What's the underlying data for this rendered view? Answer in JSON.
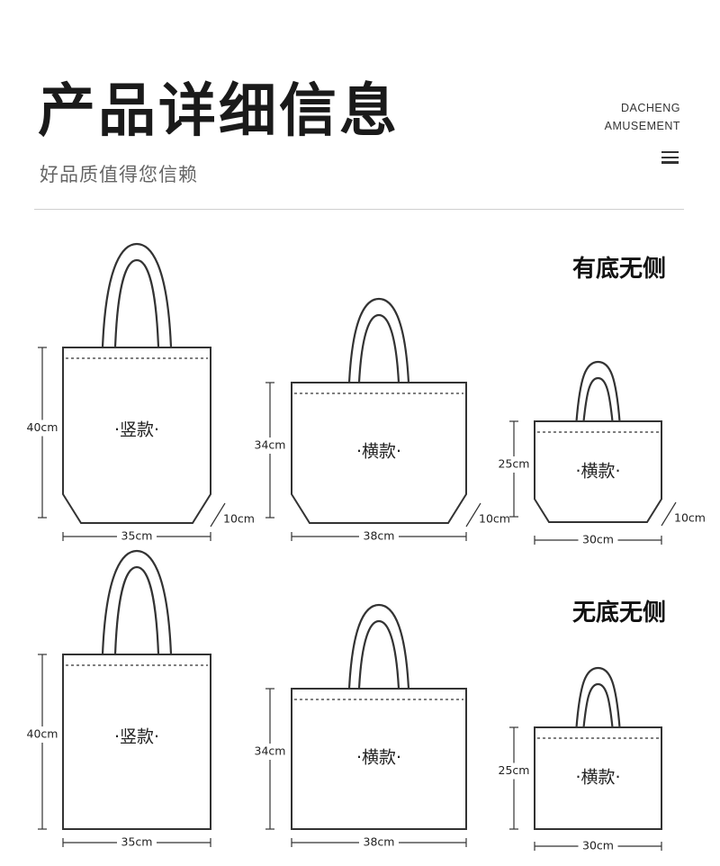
{
  "header": {
    "title": "产品详细信息",
    "subtitle": "好品质值得您信赖",
    "brand_line1": "DACHENG",
    "brand_line2": "AMUSEMENT"
  },
  "sections": [
    {
      "heading": "有底无侧",
      "bags": [
        {
          "label": "·竖款·",
          "height_label": "40cm",
          "width_label": "35cm",
          "depth_label": "10cm"
        },
        {
          "label": "·横款·",
          "height_label": "34cm",
          "width_label": "38cm",
          "depth_label": "10cm"
        },
        {
          "label": "·横款·",
          "height_label": "25cm",
          "width_label": "30cm",
          "depth_label": "10cm"
        }
      ]
    },
    {
      "heading": "无底无侧",
      "bags": [
        {
          "label": "·竖款·",
          "height_label": "40cm",
          "width_label": "35cm"
        },
        {
          "label": "·横款·",
          "height_label": "34cm",
          "width_label": "38cm"
        },
        {
          "label": "·横款·",
          "height_label": "25cm",
          "width_label": "30cm"
        }
      ]
    }
  ],
  "colors": {
    "stroke": "#333333",
    "text": "#222222",
    "title": "#1a1a1a",
    "subtitle": "#666666"
  }
}
